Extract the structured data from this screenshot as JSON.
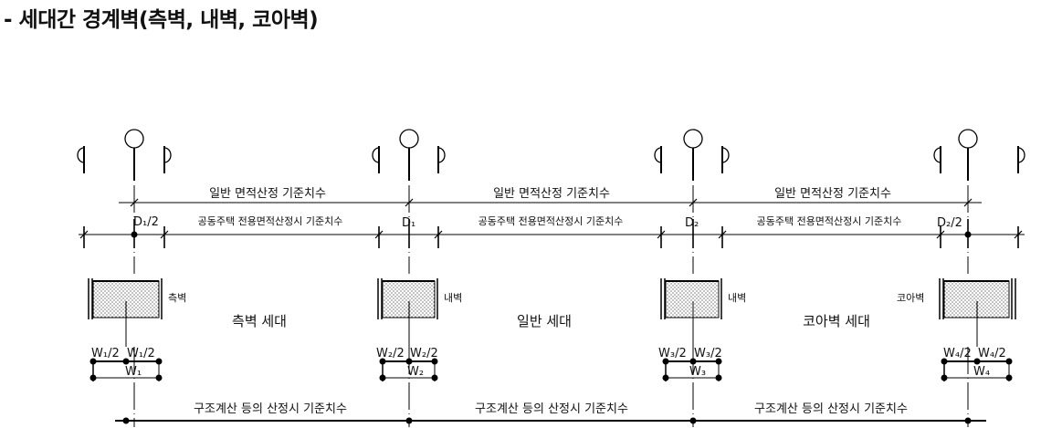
{
  "title": "- 세대간 경계벽(측벽, 내벽, 코아벽)",
  "dims": {
    "general": "일반 면적산정 기준치수",
    "exclusive": "공동주택 전용면적산정시 기준치수",
    "structural": "구조계산 등의 산정시 기준치수",
    "d1_half": "D₁/2",
    "d1": "D₁",
    "d2": "D₂",
    "d2_half": "D₂/2"
  },
  "walls": [
    {
      "label": "측벽",
      "half": "W₁/2",
      "full": "W₁"
    },
    {
      "label": "내벽",
      "half": "W₂/2",
      "full": "W₂"
    },
    {
      "label": "내벽",
      "half": "W₃/2",
      "full": "W₃"
    },
    {
      "label": "코아벽",
      "half": "W₄/2",
      "full": "W₄"
    }
  ],
  "units": [
    "측벽 세대",
    "일반 세대",
    "코아벽 세대"
  ]
}
